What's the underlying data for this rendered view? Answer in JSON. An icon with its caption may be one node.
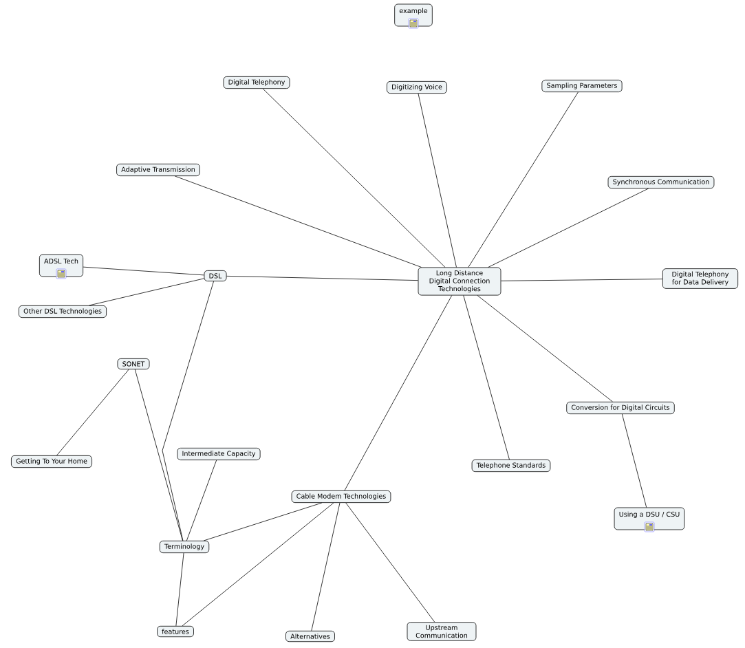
{
  "diagram": {
    "nodes": [
      {
        "text": [
          "example"
        ]
      },
      {
        "text": [
          "Long Distance Digital Connection Technologies"
        ]
      },
      {
        "text": [
          "Digital Telephony"
        ]
      },
      {
        "text": [
          "Digitizing Voice"
        ]
      },
      {
        "text": [
          "Sampling Parameters"
        ]
      },
      {
        "text": [
          "Adaptive Transmission"
        ]
      },
      {
        "text": [
          "Synchronous Communication"
        ]
      },
      {
        "text": [
          "ADSL Tech"
        ]
      },
      {
        "text": [
          "DSL"
        ]
      },
      {
        "text": [
          "Digital Telephony for Data Delivery"
        ]
      },
      {
        "text": [
          "Other DSL Technologies"
        ]
      },
      {
        "text": [
          "SONET"
        ]
      },
      {
        "text": [
          "Conversion for Digital Circuits"
        ]
      },
      {
        "text": [
          "Getting To Your Home"
        ]
      },
      {
        "text": [
          "Intermediate Capacity"
        ]
      },
      {
        "text": [
          "Telephone Standards"
        ]
      },
      {
        "text": [
          "Cable Modem Technologies"
        ]
      },
      {
        "text": [
          "Using a DSU / CSU"
        ]
      },
      {
        "text": [
          "Terminology"
        ]
      },
      {
        "text": [
          "features"
        ]
      },
      {
        "text": [
          "Alternatives"
        ]
      },
      {
        "text": [
          "Upstream Communication"
        ]
      }
    ],
    "edges": [
      {
        "from": 1,
        "to": 2,
        "arrow": "none"
      },
      {
        "from": 1,
        "to": 3,
        "arrow": "none"
      },
      {
        "from": 1,
        "to": 4,
        "arrow": "none"
      },
      {
        "from": 1,
        "to": 5,
        "arrow": "none"
      },
      {
        "from": 1,
        "to": 6,
        "arrow": "none"
      },
      {
        "from": 1,
        "to": 8,
        "arrow": "none"
      },
      {
        "from": 1,
        "to": 9,
        "arrow": "none"
      },
      {
        "from": 1,
        "to": 12,
        "arrow": "none"
      },
      {
        "from": 1,
        "to": 15,
        "arrow": "none"
      },
      {
        "from": 1,
        "to": 16,
        "arrow": "none"
      },
      {
        "from": 8,
        "to": 7,
        "arrow": "none"
      },
      {
        "from": 8,
        "to": 10,
        "arrow": "none"
      },
      {
        "from": 8,
        "to": 18,
        "arrow": "none"
      },
      {
        "from": 11,
        "to": 13,
        "arrow": "none"
      },
      {
        "from": 11,
        "to": 18,
        "arrow": "none"
      },
      {
        "from": 12,
        "to": 17,
        "arrow": "none"
      },
      {
        "from": 14,
        "to": 18,
        "arrow": "none"
      },
      {
        "from": 16,
        "to": 18,
        "arrow": "none"
      },
      {
        "from": 16,
        "to": 19,
        "arrow": "none"
      },
      {
        "from": 18,
        "to": 19,
        "arrow": "none"
      },
      {
        "from": 16,
        "to": 20,
        "arrow": "none"
      },
      {
        "from": 16,
        "to": 21,
        "arrow": "none"
      }
    ]
  }
}
